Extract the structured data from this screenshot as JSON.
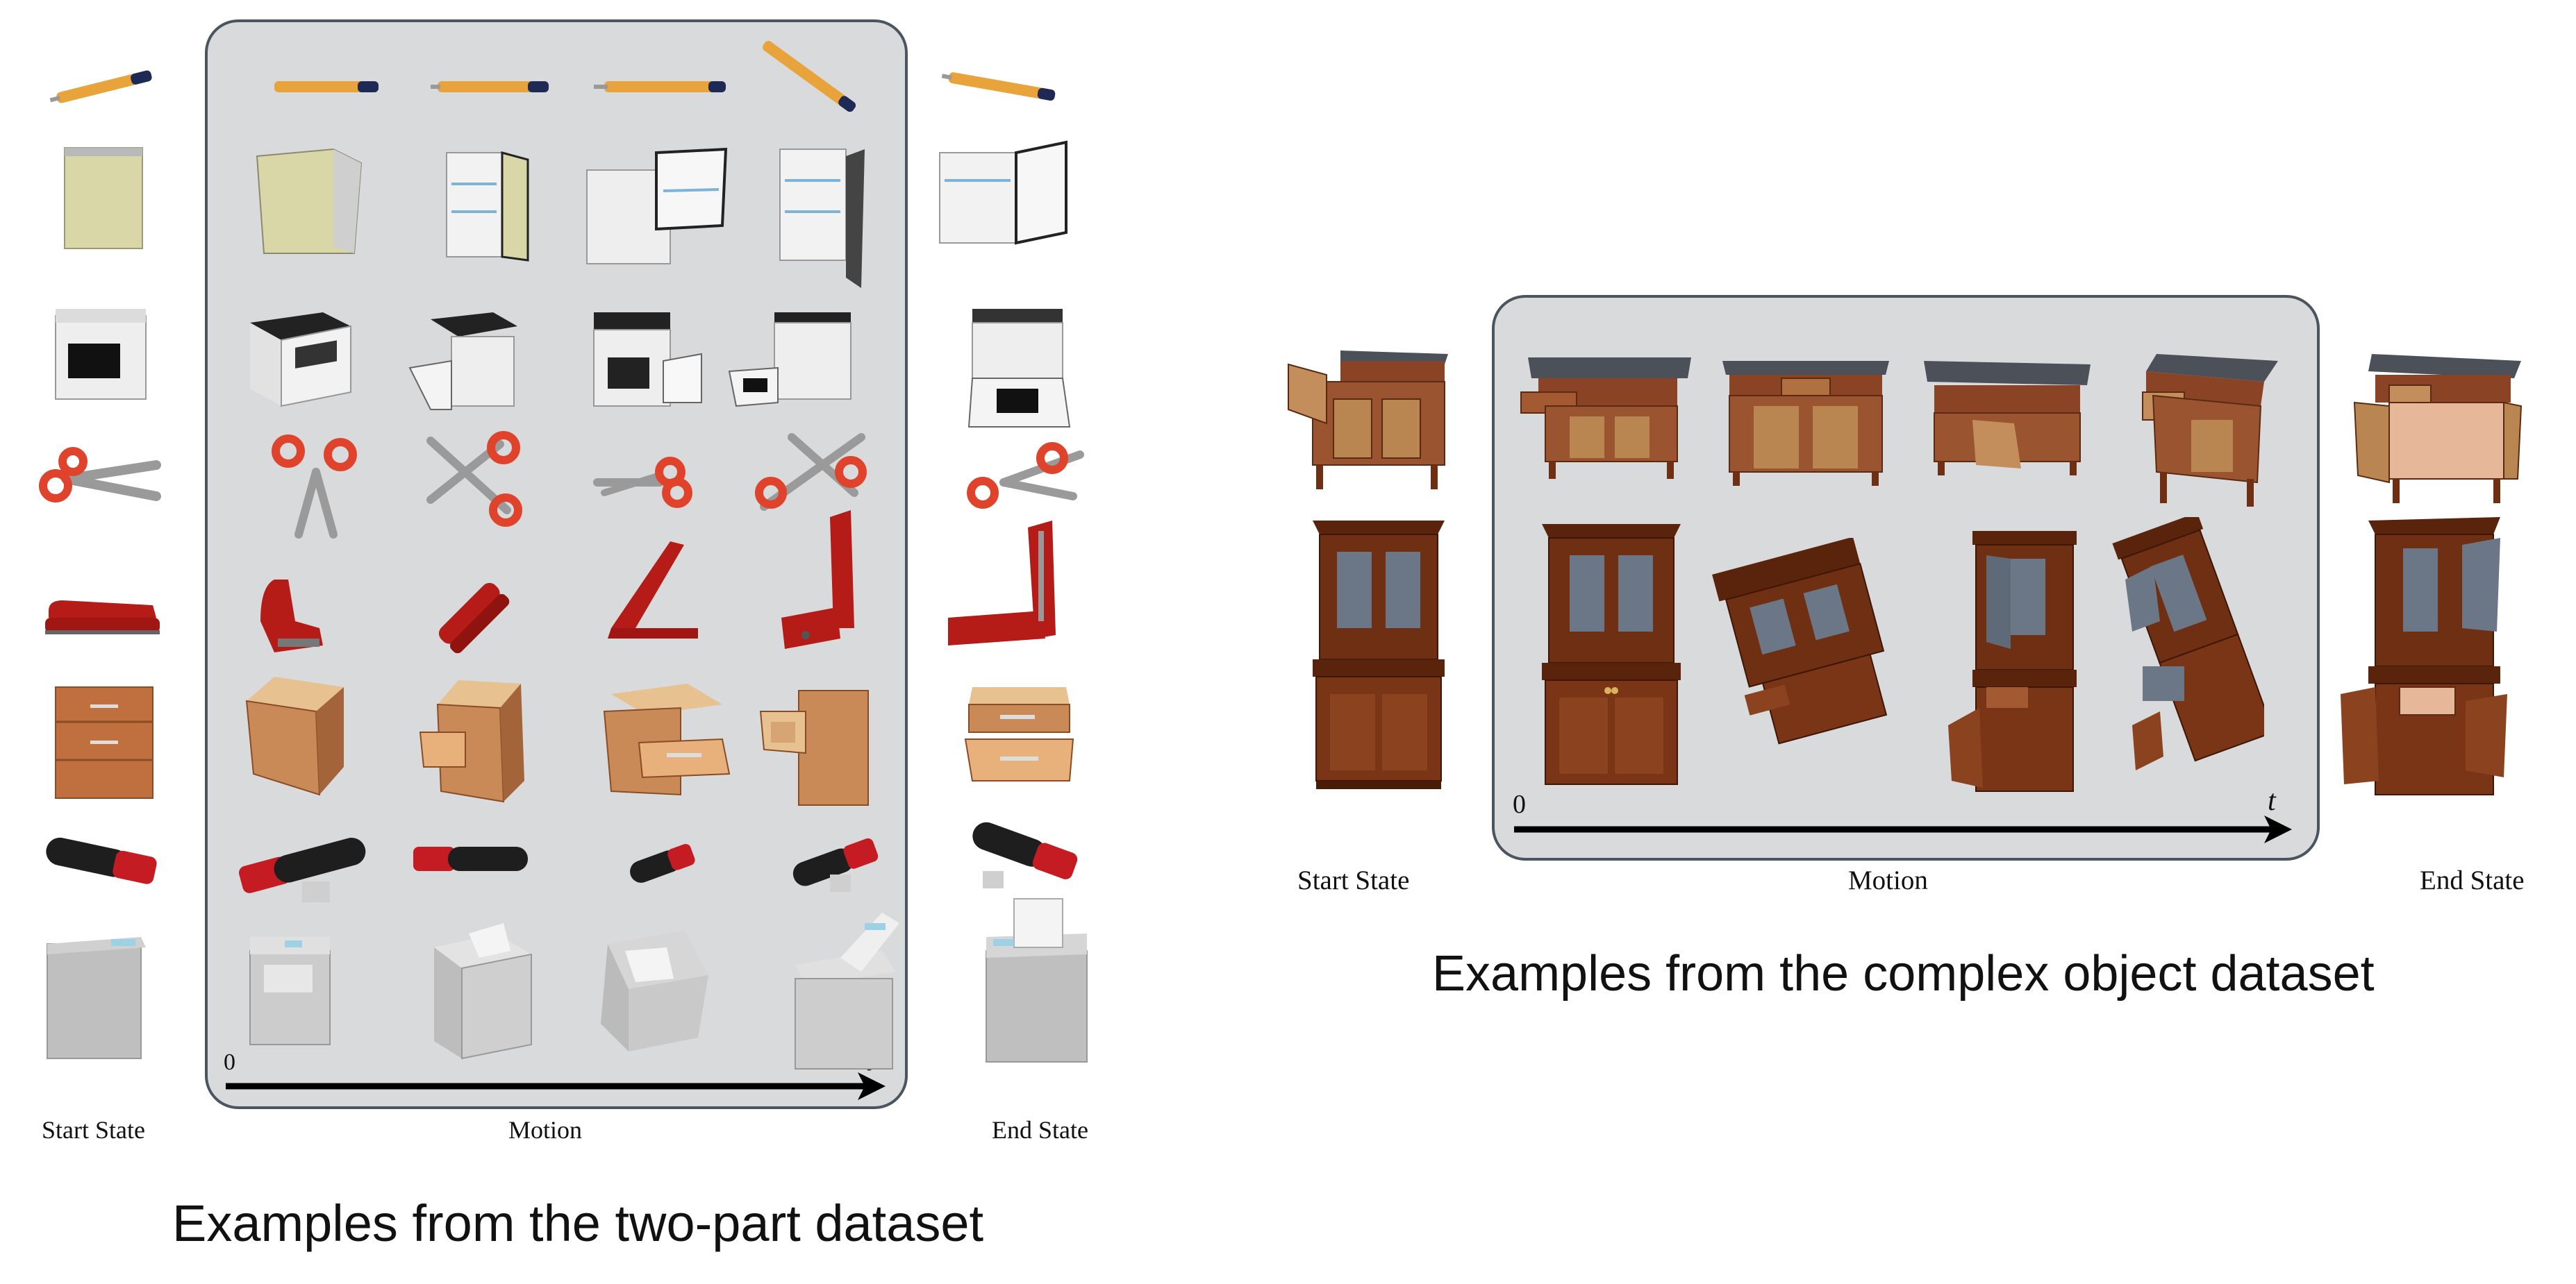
{
  "two_part": {
    "caption": "Examples from the two-part dataset",
    "start_label": "Start State",
    "motion_label": "Motion",
    "end_label": "End State",
    "axis_start": "0",
    "axis_end": "t",
    "rows": [
      {
        "object": "utility-knife"
      },
      {
        "object": "refrigerator"
      },
      {
        "object": "oven"
      },
      {
        "object": "scissors"
      },
      {
        "object": "stapler"
      },
      {
        "object": "drawer-cabinet"
      },
      {
        "object": "usb-drive"
      },
      {
        "object": "washing-machine"
      }
    ]
  },
  "complex": {
    "caption": "Examples from the complex object dataset",
    "start_label": "Start State",
    "motion_label": "Motion",
    "end_label": "End State",
    "axis_start": "0",
    "axis_end": "t",
    "rows": [
      {
        "object": "kitchen-island-cabinet"
      },
      {
        "object": "china-hutch-cabinet"
      }
    ]
  },
  "colors": {
    "panel_bg": "#d9dadb",
    "panel_border": "#4a5560",
    "knife_orange": "#e8a33a",
    "fridge_cream": "#d9d6a8",
    "appliance_white": "#eeeeee",
    "scissors_red": "#e0432b",
    "stapler_red": "#b51c17",
    "wood_light": "#c98a57",
    "usb_black": "#1e1e1e",
    "washer_grey": "#bfbfbf",
    "wood_dark": "#6e2f12",
    "granite": "#4c5058"
  }
}
